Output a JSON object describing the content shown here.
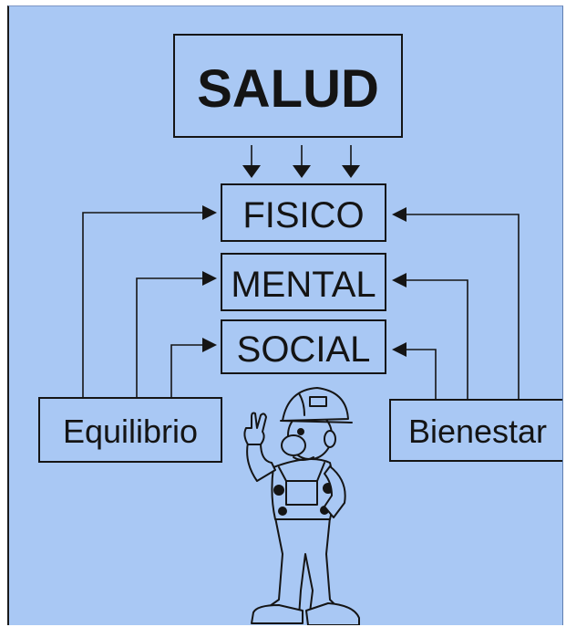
{
  "diagram": {
    "title": "SALUD",
    "dimensions": [
      "FISICO",
      "MENTAL",
      "SOCIAL"
    ],
    "left_label": "Equilibrio",
    "right_label": "Bienestar"
  },
  "illustration": {
    "icon": "worker-thumbs-up-icon"
  },
  "colors": {
    "background": "#a9c8f4",
    "ink": "#151515"
  }
}
